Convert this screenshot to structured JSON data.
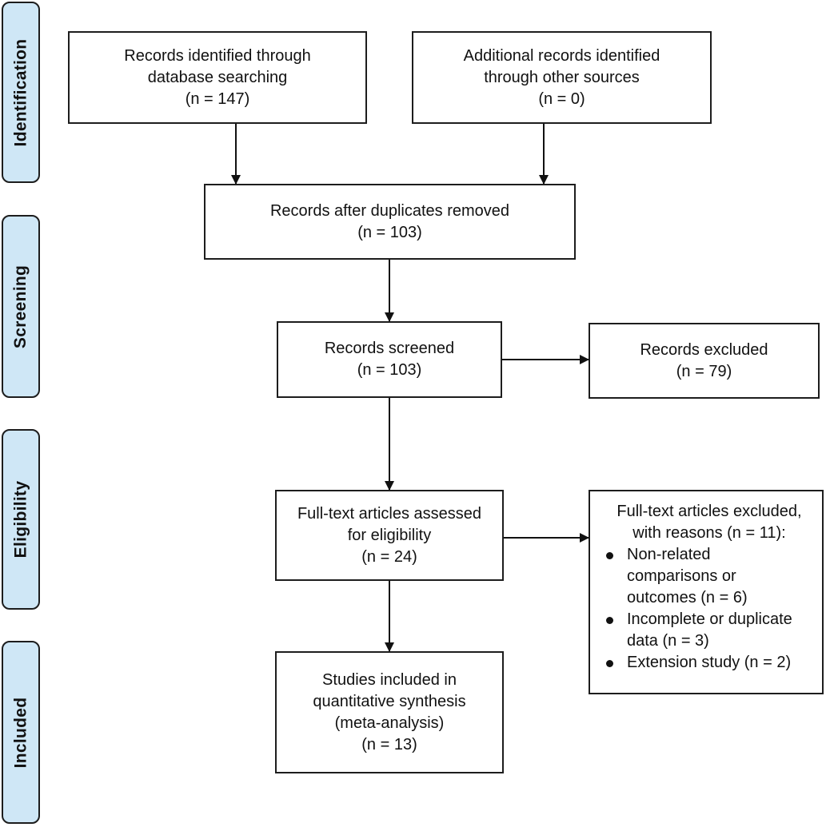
{
  "stages": [
    {
      "id": "identification",
      "label": "Identification"
    },
    {
      "id": "screening",
      "label": "Screening"
    },
    {
      "id": "eligibility",
      "label": "Eligibility"
    },
    {
      "id": "included",
      "label": "Included"
    }
  ],
  "boxes": {
    "database_search": {
      "lines": [
        "Records identified through",
        "database searching",
        "(n = 147)"
      ]
    },
    "other_sources": {
      "lines": [
        "Additional records identified",
        "through other sources",
        "(n = 0)"
      ]
    },
    "after_duplicates": {
      "lines": [
        "Records after duplicates removed",
        "(n = 103)"
      ]
    },
    "screened": {
      "lines": [
        "Records screened",
        "(n = 103)"
      ]
    },
    "excluded": {
      "lines": [
        "Records excluded",
        "(n = 79)"
      ]
    },
    "fulltext_assessed": {
      "lines": [
        "Full-text articles assessed",
        "for eligibility",
        "(n = 24)"
      ]
    },
    "fulltext_excluded": {
      "heading": [
        "Full-text articles excluded,",
        "with reasons (n = 11):"
      ],
      "reasons": [
        [
          "Non-related",
          "comparisons or",
          "outcomes (n = 6)"
        ],
        [
          "Incomplete or duplicate",
          "data (n = 3)"
        ],
        [
          "Extension study (n = 2)"
        ]
      ]
    },
    "included_studies": {
      "lines": [
        "Studies included in",
        "quantitative synthesis",
        "(meta-analysis)",
        "(n = 13)"
      ]
    }
  },
  "colors": {
    "stage_fill": "#cfe7f6",
    "stroke": "#1d1d1d"
  }
}
